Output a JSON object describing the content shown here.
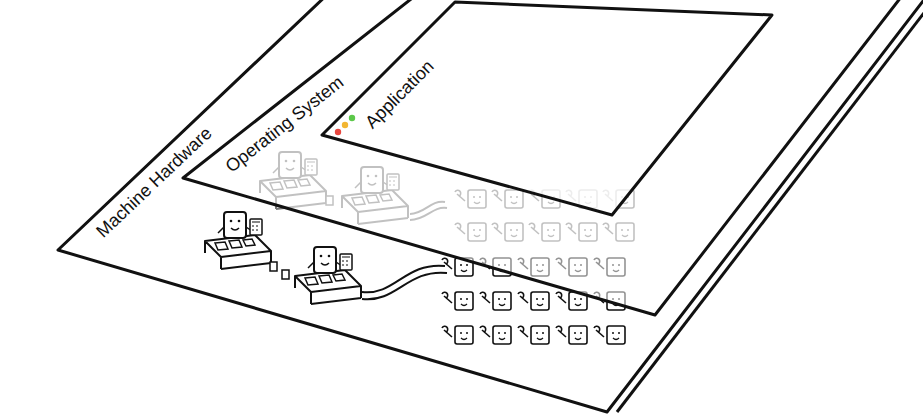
{
  "diagram": {
    "nodes": [
      {
        "text": [
          "Machine Hardware"
        ]
      },
      {
        "text": [
          "Operating System"
        ],
        "in": 0
      },
      {
        "text": [
          "Application"
        ],
        "in": 1
      }
    ]
  }
}
